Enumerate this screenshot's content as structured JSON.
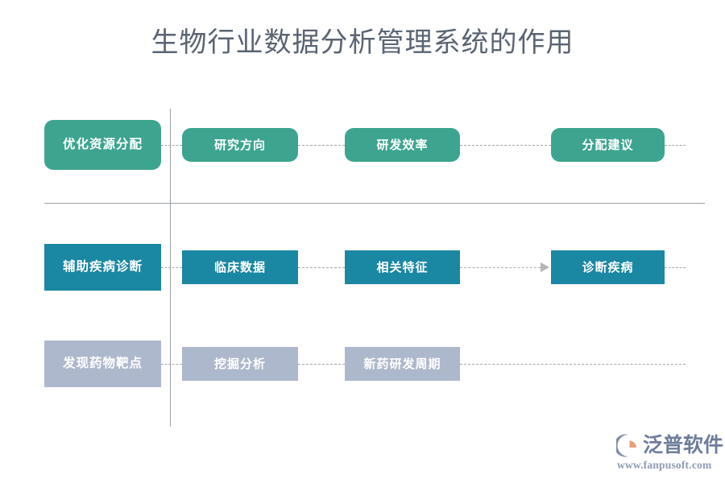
{
  "title": "生物行业数据分析管理系统的作用",
  "colors": {
    "background": "#ffffff",
    "title_text": "#5a6472",
    "row_teal": "#3da58f",
    "row_blue": "#1a87a3",
    "row_gray": "#aeb8cc",
    "divider": "#9aa0a6",
    "connector": "#a8a8a8",
    "arrow": "#b6b6b6",
    "brand_text": "#6d7d9b",
    "brand_mark_accent": "#e8a07a"
  },
  "rows": [
    {
      "id": "row-optimize-resource-allocation",
      "style": "teal",
      "shape": "rounded",
      "lead": {
        "label": "优化资源分配"
      },
      "steps": [
        {
          "label": "研究方向"
        },
        {
          "label": "研发效率"
        },
        {
          "label": "分配建议"
        }
      ]
    },
    {
      "id": "row-assist-disease-diagnosis",
      "style": "blue",
      "shape": "square",
      "lead": {
        "label": "辅助疾病诊断"
      },
      "steps": [
        {
          "label": "临床数据"
        },
        {
          "label": "相关特征"
        },
        {
          "label": "诊断疾病"
        }
      ]
    },
    {
      "id": "row-discover-drug-targets",
      "style": "gray",
      "shape": "square",
      "lead": {
        "label": "发现药物靶点"
      },
      "steps": [
        {
          "label": "挖掘分析"
        },
        {
          "label": "新药研发周期"
        }
      ]
    }
  ],
  "brand": {
    "name": "泛普软件",
    "url": "www.fanpusoft.com",
    "mark": "fanpu-logo-icon"
  },
  "watermark": {
    "mark": "fanpu-watermark-icon"
  }
}
